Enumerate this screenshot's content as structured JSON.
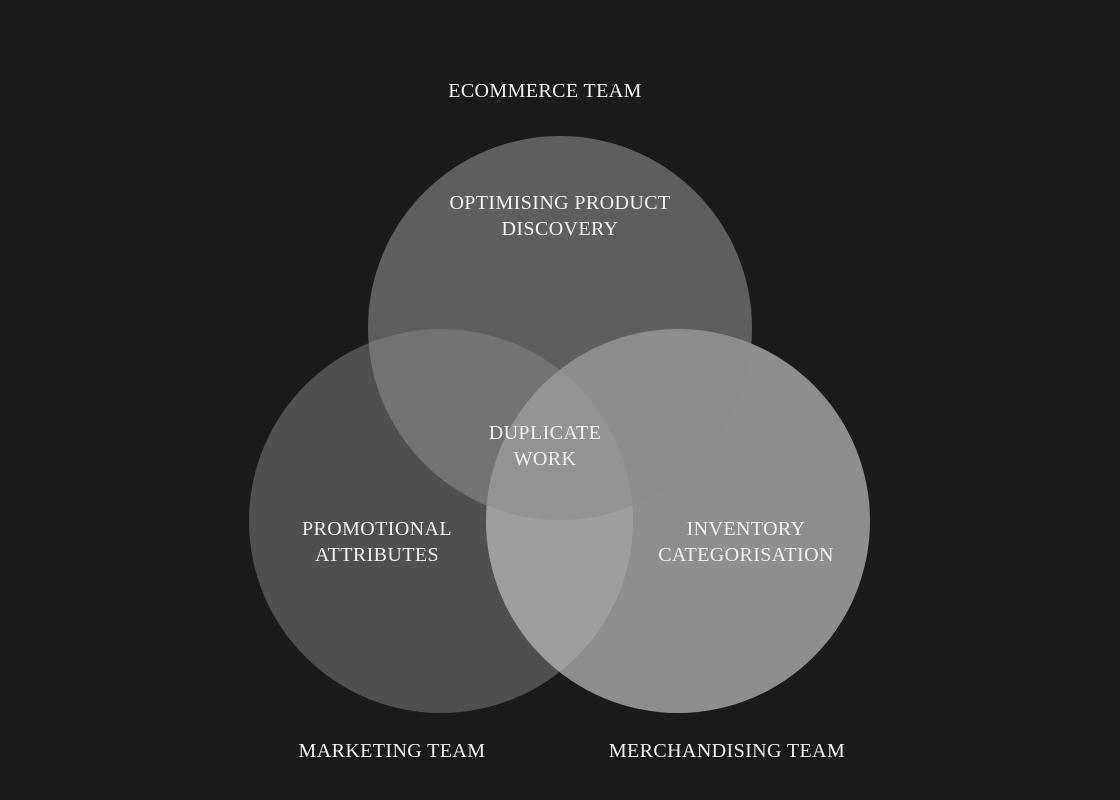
{
  "sets": [
    {
      "team": "ECOMMERCE TEAM",
      "focus": [
        "OPTIMISING PRODUCT",
        "DISCOVERY"
      ],
      "fill": "#8e8c8b",
      "opacity": 0.6
    },
    {
      "team": "MARKETING TEAM",
      "focus": [
        "PROMOTIONAL",
        "ATTRIBUTES"
      ],
      "fill": "#797776",
      "opacity": 0.58
    },
    {
      "team": "MERCHANDISING TEAM",
      "focus": [
        "INVENTORY",
        "CATEGORISATION"
      ],
      "fill": "#c2c0bf",
      "opacity": 0.7
    }
  ],
  "overlap": [
    "DUPLICATE",
    "WORK"
  ],
  "colors": {
    "background": "#1b1a19",
    "text": "#f4f2ee"
  }
}
